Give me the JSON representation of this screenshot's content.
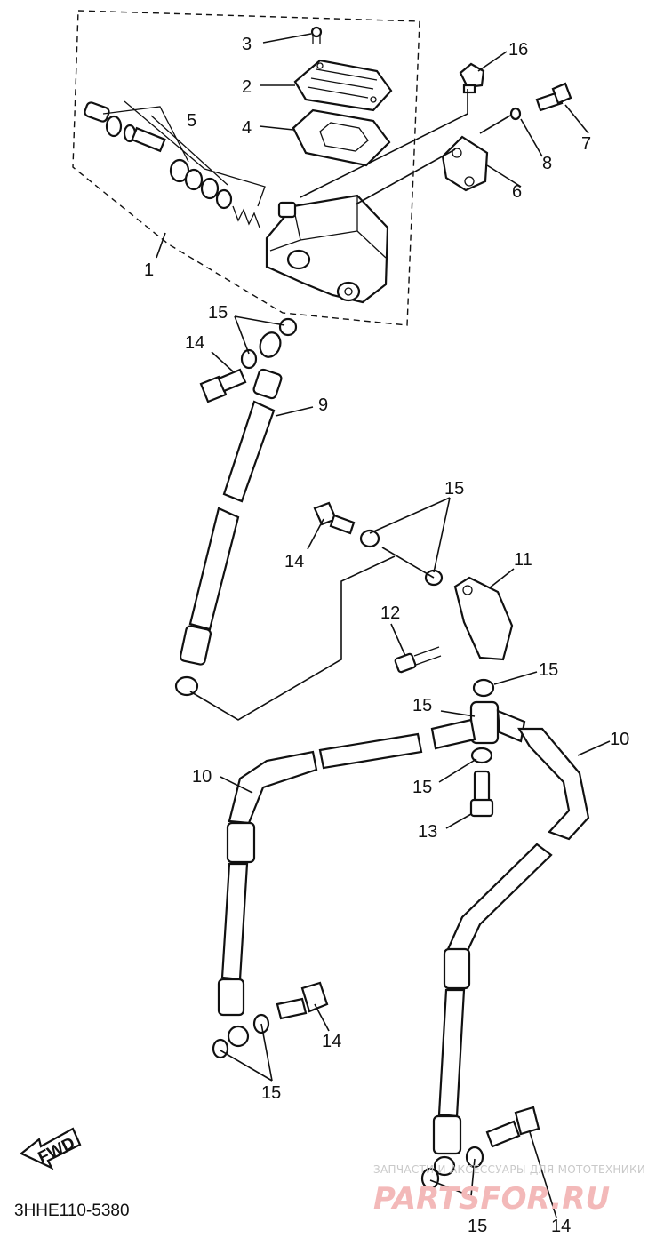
{
  "diagram": {
    "callouts": {
      "c1": "1",
      "c2": "2",
      "c3": "3",
      "c4": "4",
      "c5": "5",
      "c6": "6",
      "c7": "7",
      "c8": "8",
      "c9": "9",
      "c10a": "10",
      "c10b": "10",
      "c11": "11",
      "c12": "12",
      "c13": "13",
      "c14a": "14",
      "c14b": "14",
      "c14c": "14",
      "c14d": "14",
      "c15a": "15",
      "c15b": "15",
      "c15c": "15",
      "c15d": "15",
      "c15e": "15",
      "c15f": "15",
      "c15g": "15",
      "c16": "16"
    },
    "fwd_label": "FWD",
    "drawing_code": "3HHE110-5380"
  },
  "watermark": {
    "tagline": "ЗАПЧАСТИ И АКСЕССУАРЫ ДЛЯ МОТОТЕХНИКИ",
    "brand": "PARTSFOR.RU"
  }
}
